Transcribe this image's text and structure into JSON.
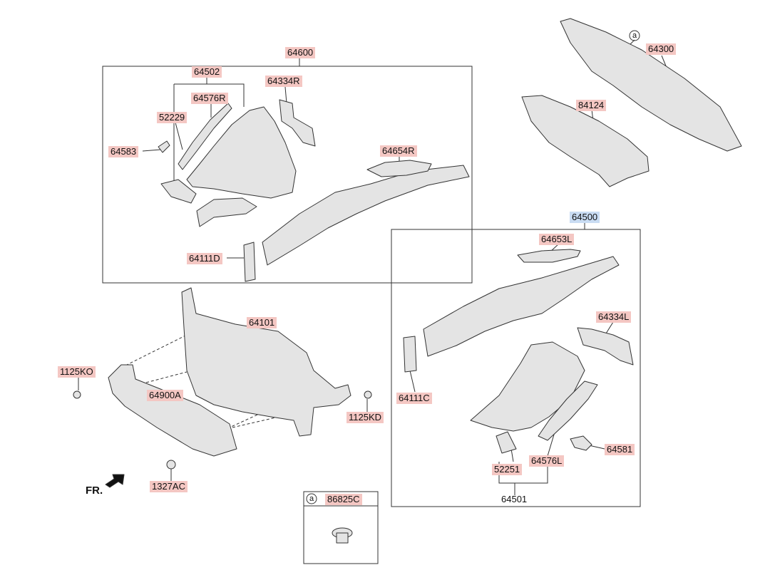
{
  "callouts": {
    "p64600": "64600",
    "p64502": "64502",
    "p64334R": "64334R",
    "p64576R": "64576R",
    "p52229": "52229",
    "p64583": "64583",
    "p64654R": "64654R",
    "p64111D": "64111D",
    "p64300": "64300",
    "p84124": "84124",
    "p64500": "64500",
    "p64653L": "64653L",
    "p64334L": "64334L",
    "p64111C": "64111C",
    "p64101": "64101",
    "p1125KO": "1125KO",
    "p64900A": "64900A",
    "p1125KD": "1125KD",
    "p1327AC": "1327AC",
    "p52251": "52251",
    "p64576L": "64576L",
    "p64581": "64581",
    "p64501": "64501",
    "p86825C": "86825C"
  },
  "markers": {
    "circle_a_top": "a",
    "circle_a_inset": "a"
  },
  "direction": {
    "front_label": "FR."
  },
  "colors": {
    "callout_highlight": "#f4c7c3",
    "selected_highlight": "#c9dcf3",
    "line_art": "#333333",
    "part_fill": "#e4e4e4"
  }
}
